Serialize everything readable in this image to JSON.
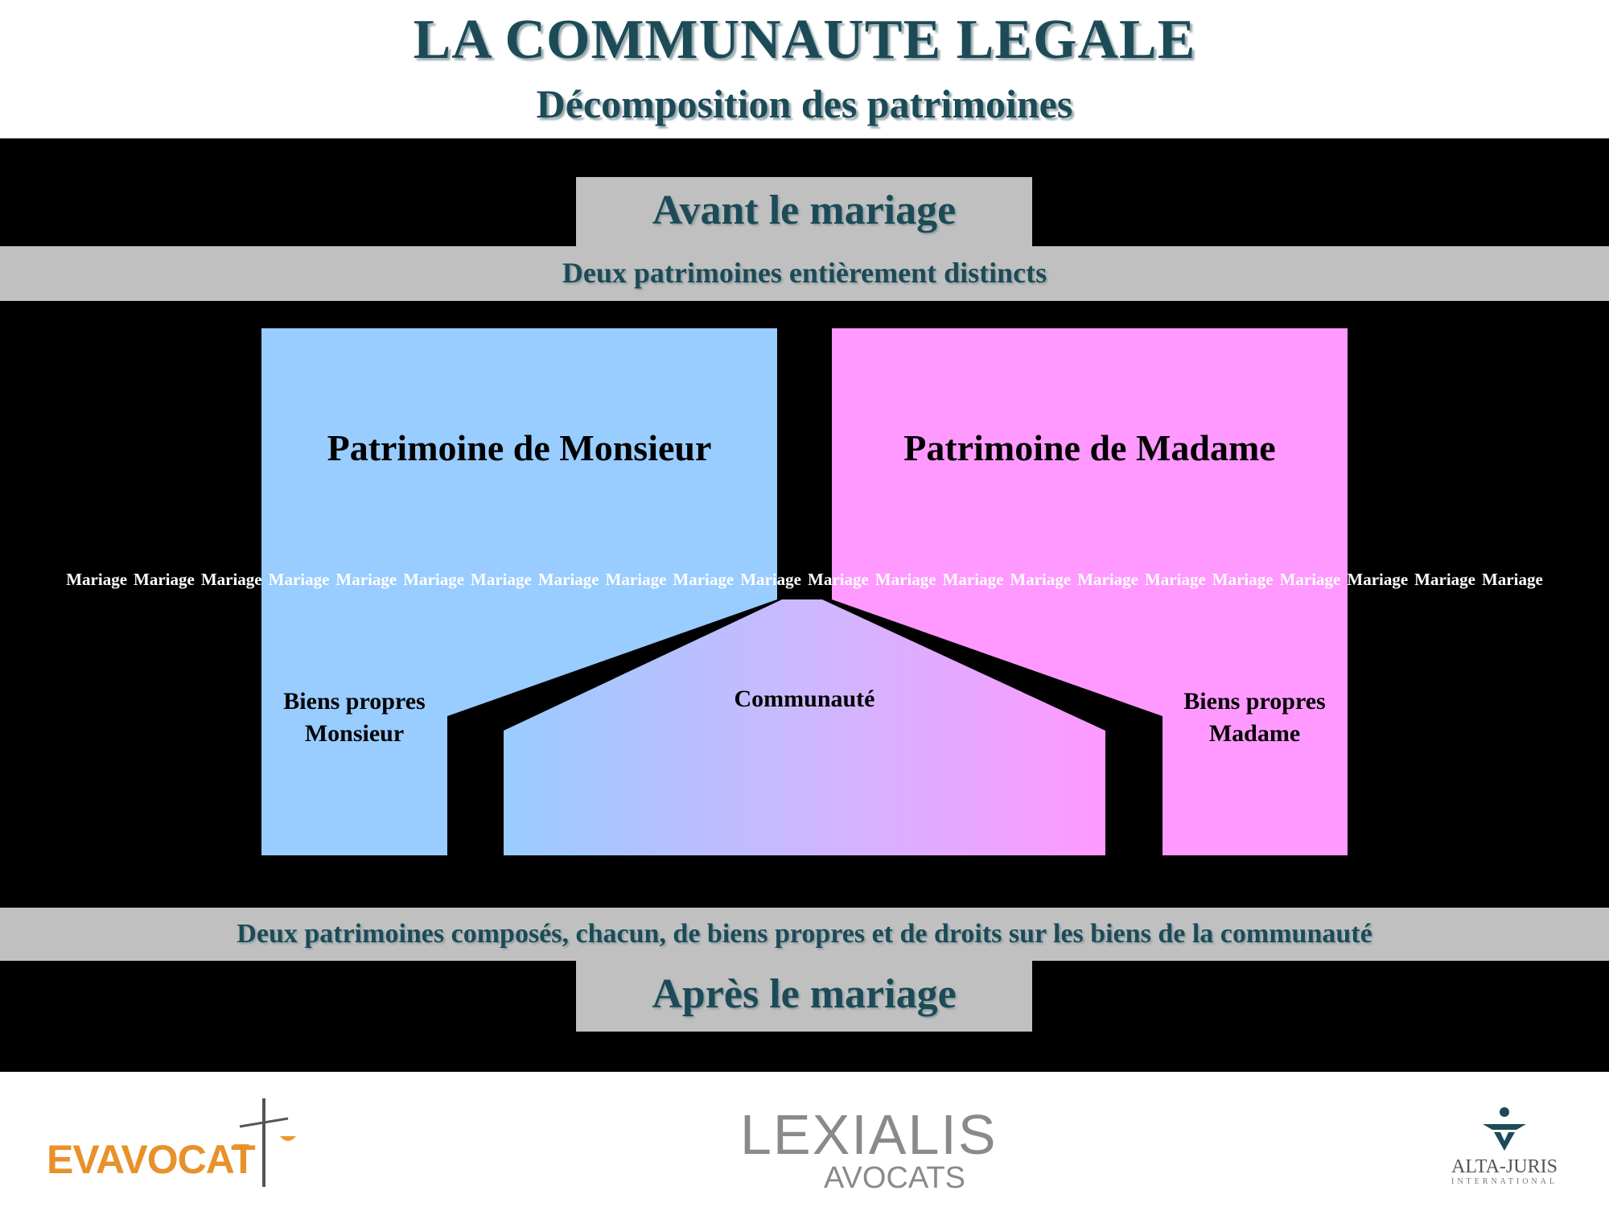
{
  "header": {
    "title": "LA COMMUNAUTE LEGALE",
    "subtitle": "Décomposition des patrimoines"
  },
  "before": {
    "tab_label": "Avant le mariage",
    "band_label": "Deux patrimoines entièrement distincts"
  },
  "boxes": {
    "monsieur": "Patrimoine de Monsieur",
    "madame": "Patrimoine de Madame",
    "biens_propres_monsieur": [
      "Biens propres",
      "Monsieur"
    ],
    "communaute": "Communauté",
    "biens_propres_madame": [
      "Biens propres",
      "Madame"
    ]
  },
  "mariage_word": "Mariage",
  "mariage_words": [
    "Mariage",
    "Mariage",
    "Mariage",
    "Mariage",
    "Mariage",
    "Mariage",
    "Mariage",
    "Mariage",
    "Mariage",
    "Mariage",
    "Mariage",
    "Mariage",
    "Mariage",
    "Mariage",
    "Mariage",
    "Mariage",
    "Mariage",
    "Mariage",
    "Mariage",
    "Mariage",
    "Mariage",
    "Mariage"
  ],
  "after": {
    "band_label": "Deux patrimoines composés, chacun, de biens propres et de droits sur les biens de la communauté",
    "tab_label": "Après le mariage"
  },
  "logos": {
    "left": "EVAVOCAT",
    "center_top": "LEXIALIS",
    "center_bottom": "AVOCATS",
    "right_top": "ALTA-JURIS",
    "right_bottom": "INTERNATIONAL"
  },
  "colors": {
    "monsieur_blue": "#99ccff",
    "madame_pink": "#ff99ff",
    "heading_teal": "#1c4b57",
    "band_grey": "#c0c0c0",
    "background_black": "#000000"
  }
}
